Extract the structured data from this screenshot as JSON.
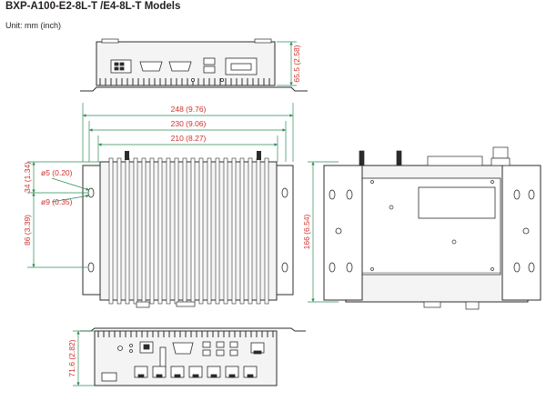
{
  "header": {
    "title": "BXP-A100-E2-8L-T /E4-8L-T Models",
    "unit_note": "Unit: mm (inch)"
  },
  "colors": {
    "dimension_green": "#2e8b57",
    "dimension_red": "#d0312d",
    "line": "#2b2b2b",
    "body_fill": "#f4f4f4"
  },
  "views": {
    "rear": {
      "height_label": "65.5 (2.58)"
    },
    "top": {
      "width_overall_label": "248 (9.76)",
      "width_mid_label": "230 (9.06)",
      "width_inner_label": "210 (8.27)",
      "hole_diameter_small_label": "ø5 (0.20)",
      "hole_diameter_large_label": "ø9 (0.35)",
      "offset_label": "34 (1.34)",
      "height_label": "86 (3.39)"
    },
    "side": {
      "height_label": "166 (6.54)"
    },
    "front": {
      "height_label": "71.6 (2.82)"
    }
  }
}
